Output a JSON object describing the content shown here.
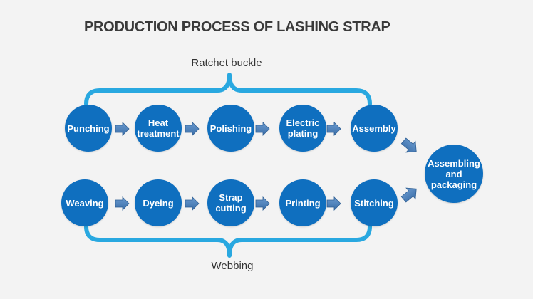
{
  "title": "PRODUCTION PROCESS OF LASHING STRAP",
  "groups": {
    "top_label": "Ratchet buckle",
    "bottom_label": "Webbing"
  },
  "top_row": [
    "Punching",
    "Heat treatment",
    "Polishing",
    "Electric plating",
    "Assembly"
  ],
  "bottom_row": [
    "Weaving",
    "Dyeing",
    "Strap cutting",
    "Printing",
    "Stitching"
  ],
  "final_step": "Assembling and packaging",
  "colors": {
    "node": "#0f6fbf",
    "brace": "#29a8e0",
    "arrow": "#4a7fb8"
  }
}
